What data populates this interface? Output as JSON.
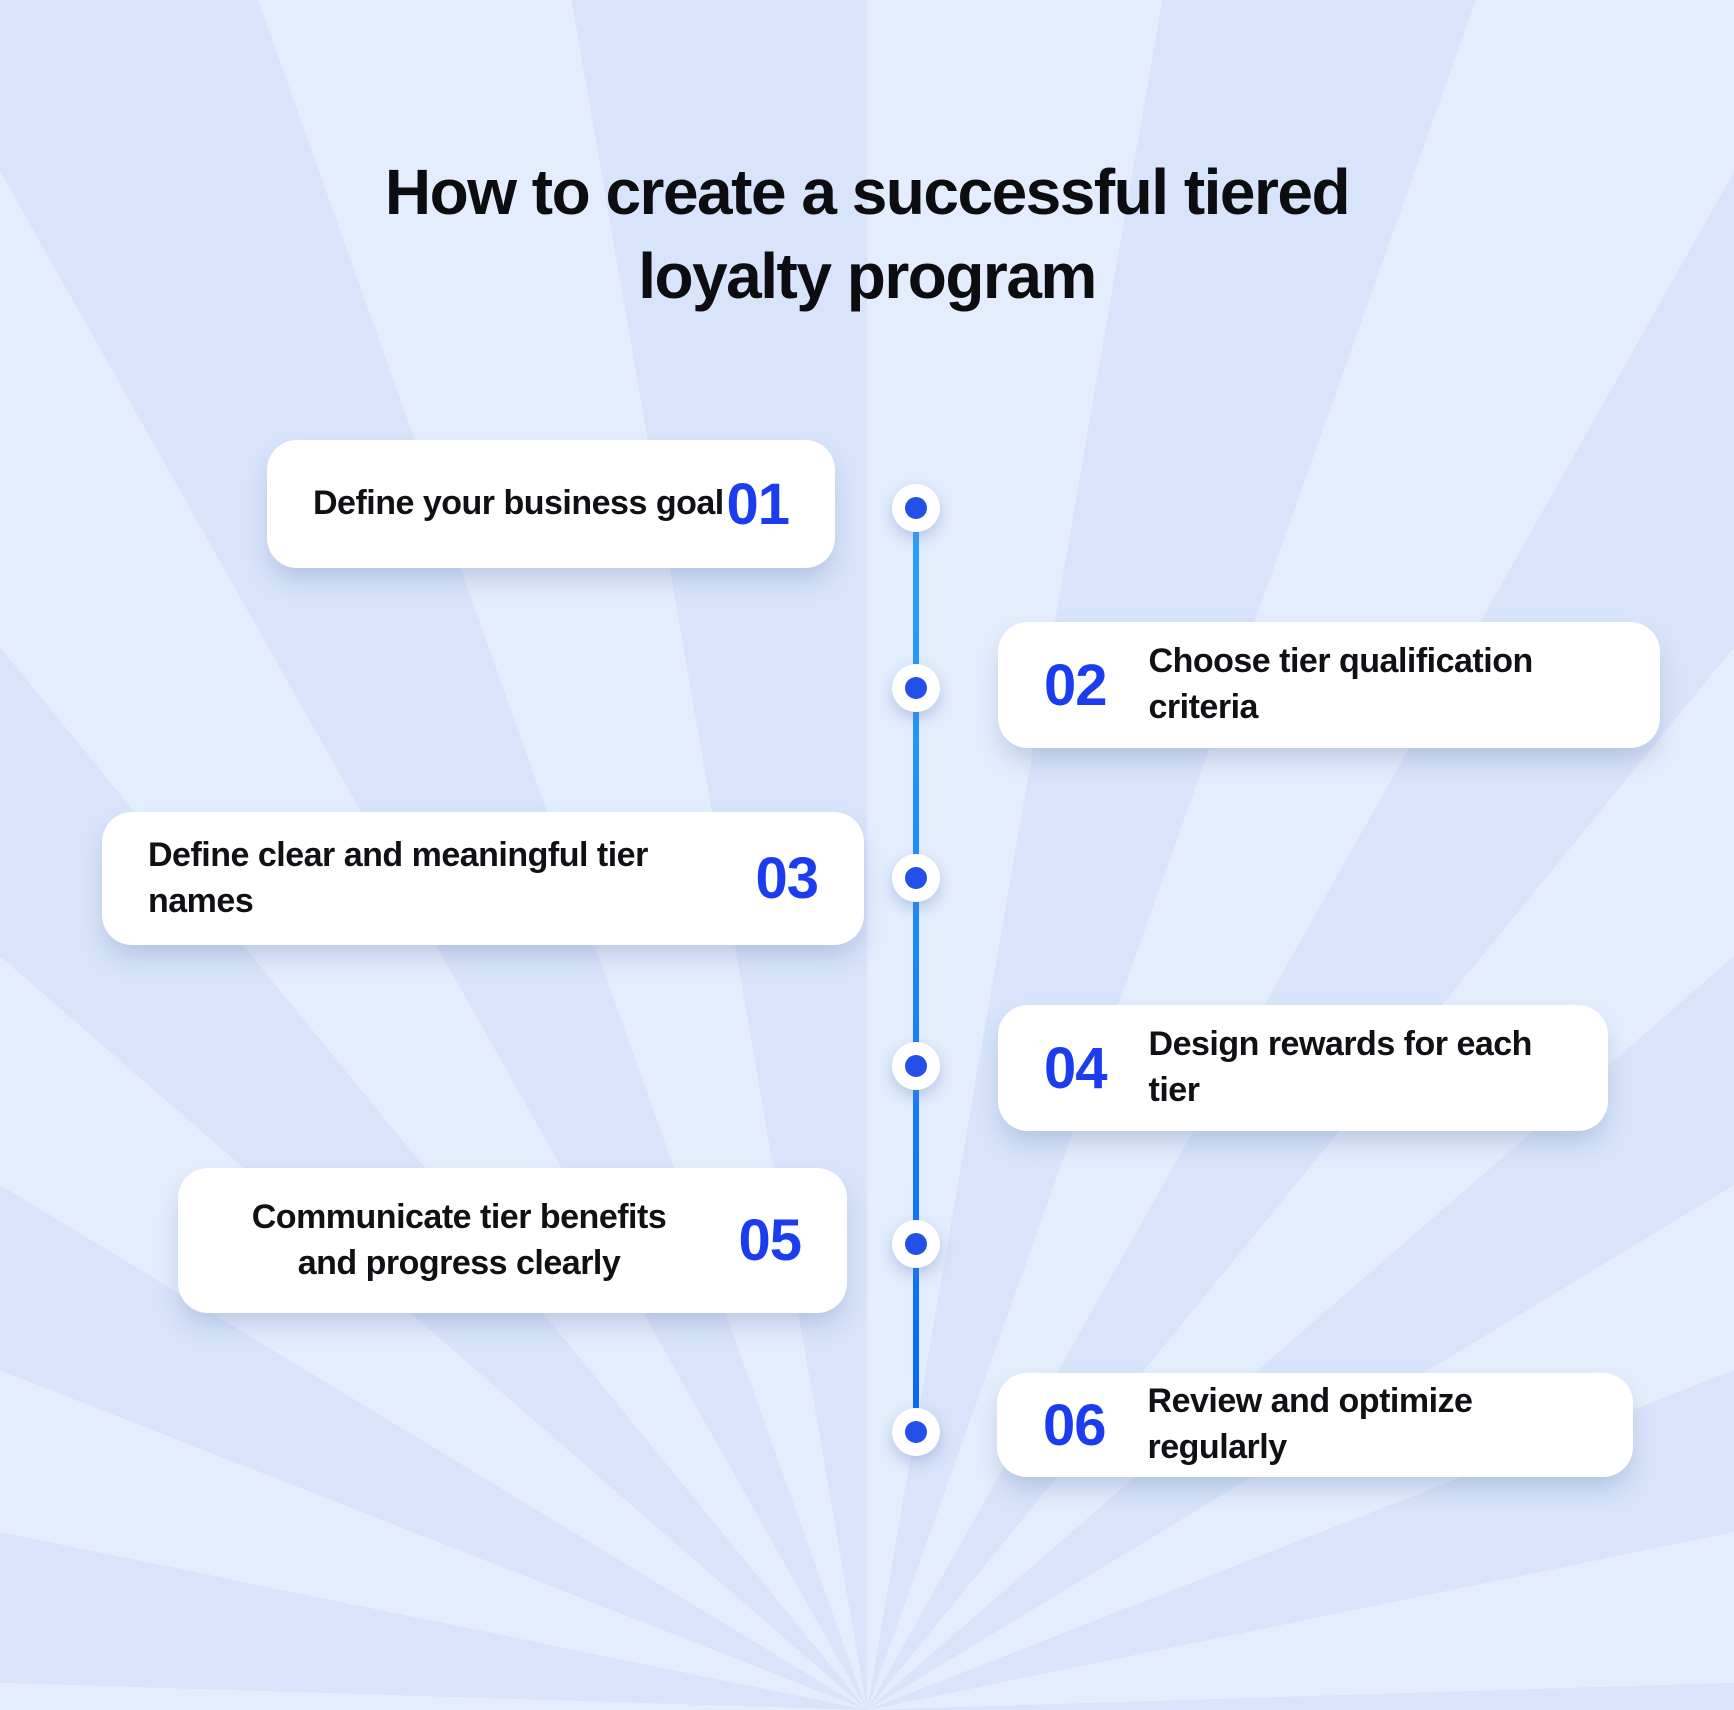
{
  "title": {
    "line1": "How to create a successful tiered",
    "line2": "loyalty program"
  },
  "steps": [
    {
      "number": "01",
      "label": "Define your business goal",
      "side": "left"
    },
    {
      "number": "02",
      "label": "Choose tier qualification criteria",
      "side": "right"
    },
    {
      "number": "03",
      "label": "Define clear and meaningful tier names",
      "side": "left"
    },
    {
      "number": "04",
      "label": "Design rewards for each tier",
      "side": "right"
    },
    {
      "number": "05",
      "label": "Communicate tier benefits and progress clearly",
      "side": "left"
    },
    {
      "number": "06",
      "label": "Review and optimize regularly",
      "side": "right"
    }
  ],
  "colors": {
    "background_base": "#d7e4fa",
    "background_ray": "#e3edfd",
    "card_background": "#ffffff",
    "title_text": "#0c0d11",
    "card_text": "#101114",
    "step_number": "#1c3cf0",
    "timeline_dot": "#2450e9",
    "timeline_line_top": "#2aa3fe",
    "timeline_line_bottom": "#0b66f3"
  }
}
